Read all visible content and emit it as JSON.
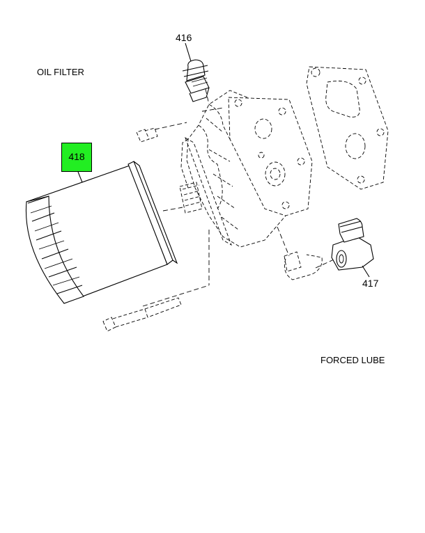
{
  "labels": {
    "top_left": "OIL FILTER",
    "bottom_right": "FORCED LUBE"
  },
  "callouts": [
    {
      "id": "416",
      "text": "416",
      "highlighted": false
    },
    {
      "id": "417",
      "text": "417",
      "highlighted": false
    },
    {
      "id": "418",
      "text": "418",
      "highlighted": true
    }
  ],
  "colors": {
    "highlight": "#22ee22",
    "line": "#000000",
    "background": "#ffffff"
  }
}
